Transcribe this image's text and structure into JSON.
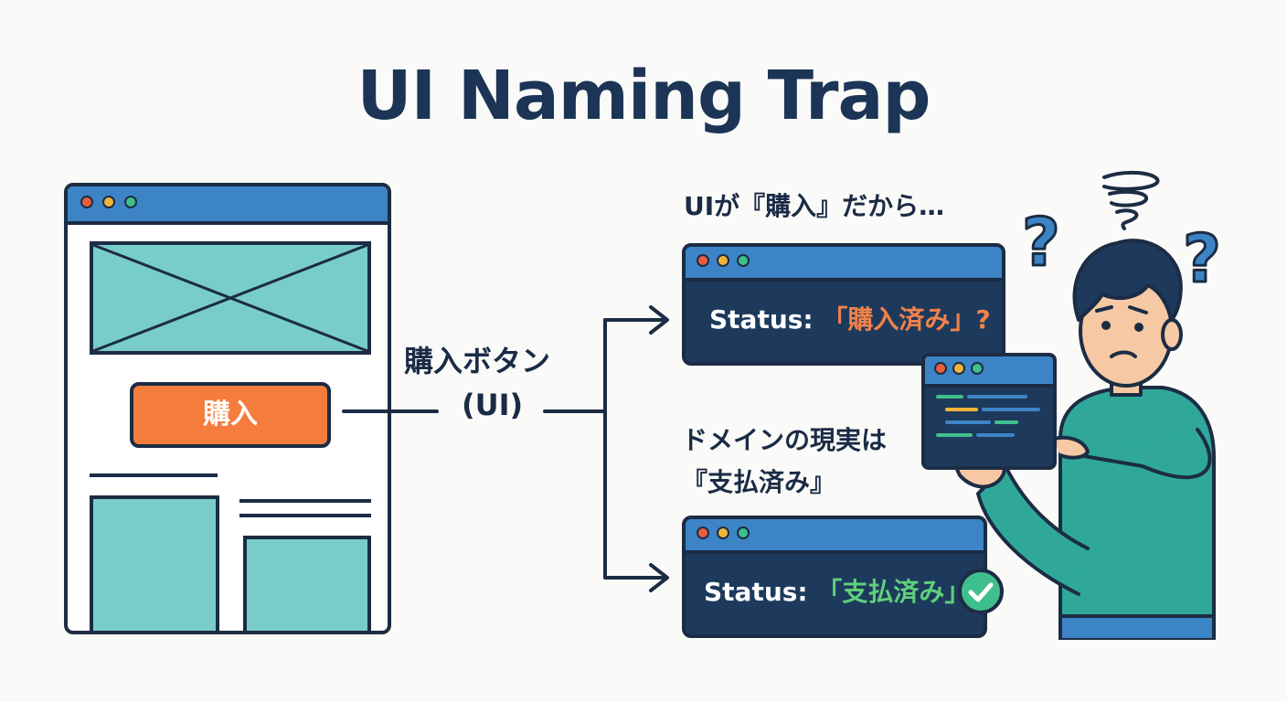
{
  "title": "UI Naming Trap",
  "wireframe": {
    "buy_button_label": "購入"
  },
  "connector": {
    "label_line1": "購入ボタン",
    "label_line2": "(UI)"
  },
  "top_branch": {
    "caption": "UIが『購入』だから…",
    "status_prefix": "Status: ",
    "status_value": "「購入済み」?"
  },
  "bottom_branch": {
    "caption_line1": "ドメインの現実は",
    "caption_line2": "『支払済み』",
    "status_prefix": "Status: ",
    "status_value": "「支払済み」"
  },
  "colors": {
    "title": "#1c3556",
    "window_bar": "#3d84c6",
    "panel_bg": "#1d3a5c",
    "accent_orange": "#f47c3c",
    "accent_green": "#3fbf8c",
    "shirt": "#2fa89a"
  }
}
